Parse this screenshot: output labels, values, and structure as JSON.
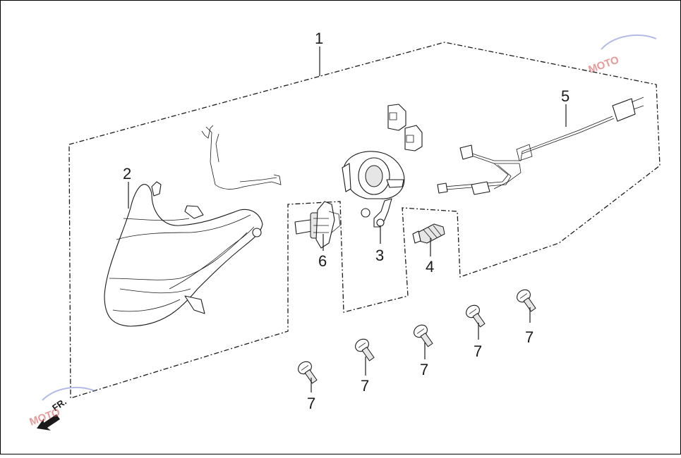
{
  "diagram": {
    "callouts": [
      {
        "id": "1",
        "label": "1"
      },
      {
        "id": "2",
        "label": "2"
      },
      {
        "id": "3",
        "label": "3"
      },
      {
        "id": "4",
        "label": "4"
      },
      {
        "id": "5",
        "label": "5"
      },
      {
        "id": "6",
        "label": "6"
      },
      {
        "id": "7a",
        "label": "7"
      },
      {
        "id": "7b",
        "label": "7"
      },
      {
        "id": "7c",
        "label": "7"
      },
      {
        "id": "7d",
        "label": "7"
      },
      {
        "id": "7e",
        "label": "7"
      }
    ],
    "front_label": "FR.",
    "watermark_top": "MOTO",
    "watermark_bottom": "MOTO"
  },
  "colors": {
    "line": "#1a1a1a",
    "watermark": "#d65a5a",
    "frame": "#000000"
  },
  "icons": [
    "front-arrow-icon",
    "watermark-logo-icon"
  ]
}
